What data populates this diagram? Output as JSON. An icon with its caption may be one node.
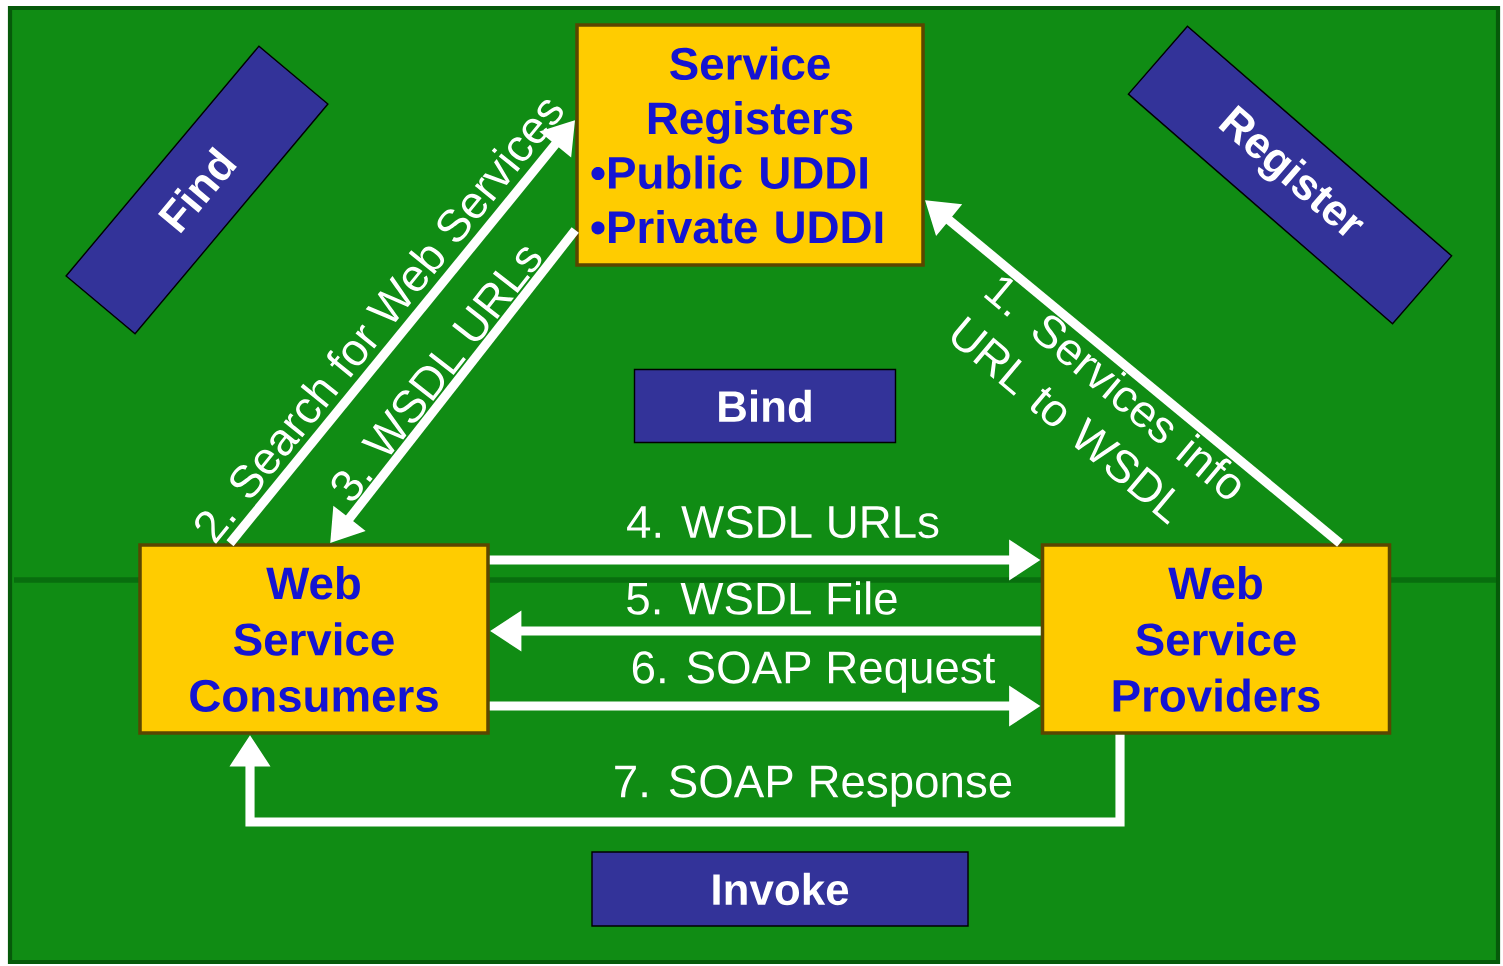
{
  "diagram": {
    "nodes": [
      {
        "text": [
          "Find"
        ]
      },
      {
        "text": [
          "Service Registers",
          "•Public UDDI",
          "•Private UDDI"
        ]
      },
      {
        "text": [
          "Register"
        ]
      },
      {
        "text": [
          "Bind"
        ]
      },
      {
        "text": [
          "Web Service Consumers"
        ]
      },
      {
        "text": [
          "Web Service Providers"
        ]
      },
      {
        "text": [
          "Invoke"
        ]
      }
    ],
    "edges": [
      {
        "from": 5,
        "to": 1,
        "arrow": "to",
        "label": "1. Services info URL to WSDL"
      },
      {
        "from": 4,
        "to": 1,
        "arrow": "to",
        "label": "2. Search for Web Services"
      },
      {
        "from": 1,
        "to": 4,
        "arrow": "to",
        "label": "3. WSDL URLs"
      },
      {
        "from": 4,
        "to": 5,
        "arrow": "to",
        "label": "4. WSDL URLs"
      },
      {
        "from": 5,
        "to": 4,
        "arrow": "to",
        "label": "5. WSDL File"
      },
      {
        "from": 4,
        "to": 5,
        "arrow": "to",
        "label": "6. SOAP Request"
      },
      {
        "from": 5,
        "to": 4,
        "arrow": "to",
        "label": "7. SOAP Response"
      }
    ]
  }
}
